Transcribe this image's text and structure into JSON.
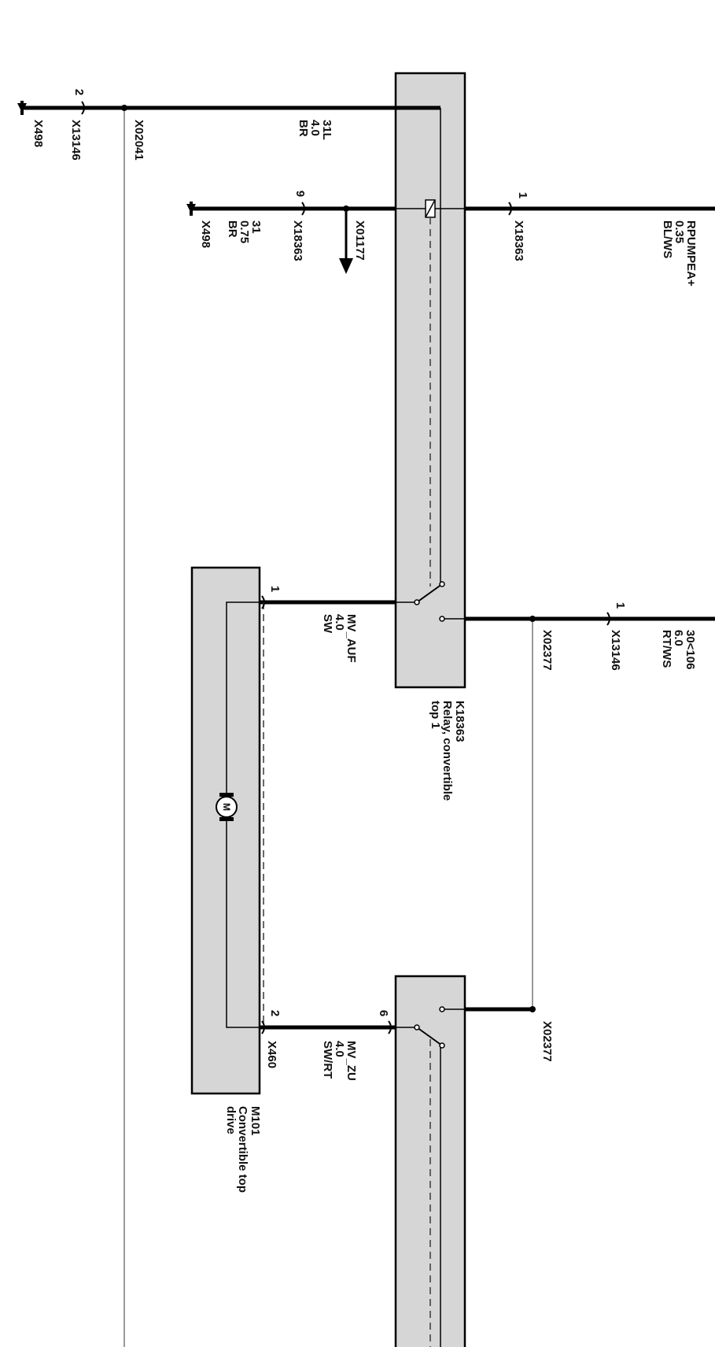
{
  "components": {
    "relay_1": {
      "id": "K18363",
      "name_line1": "Relay, convertible",
      "name_line2": "top 1"
    },
    "motor": {
      "id": "M101",
      "name_line1": "Convertible top",
      "name_line2": "drive",
      "symbol": "M"
    }
  },
  "wires": {
    "w31L": {
      "name": "31L",
      "size": "4.0",
      "color": "BR"
    },
    "w31": {
      "name": "31",
      "size": "0.75",
      "color": "BR"
    },
    "wRP": {
      "name": "RPUMPEA+",
      "size": "0.35",
      "color": "BL/WS"
    },
    "wAUF": {
      "name": "MV_AUF",
      "size": "4.0",
      "color": "SW"
    },
    "w30": {
      "name": "30<106",
      "size": "6.0",
      "color": "RT/WS"
    },
    "wZU": {
      "name": "MV_ZU",
      "size": "4.0",
      "color": "SW/RT"
    }
  },
  "connectors": {
    "x498_a": "X498",
    "x13146_a": "X13146",
    "x02041": "X02041",
    "x498_b": "X498",
    "x18363_a": "X18363",
    "x01177": "X01177",
    "x18363_b": "X18363",
    "x02377_a": "X02377",
    "x13146_b": "X13146",
    "x02377_b": "X02377",
    "x460": "X460"
  },
  "pins": {
    "p2_top": "2",
    "p9": "9",
    "p1_top": "1",
    "p1_motor": "1",
    "p1_mid": "1",
    "p2_motor": "2",
    "p6": "6"
  }
}
